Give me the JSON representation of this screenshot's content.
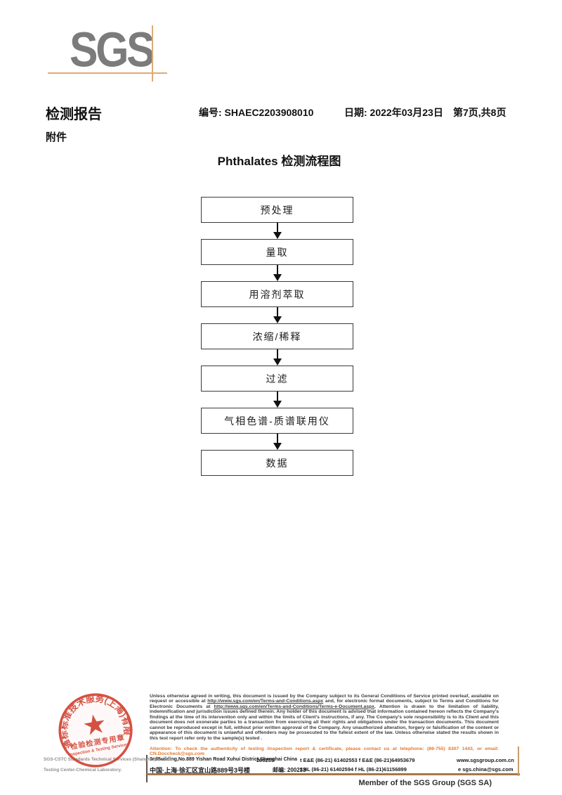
{
  "logo": {
    "text": "SGS"
  },
  "header": {
    "report_title": "检测报告",
    "report_no_label_value": "编号: SHAEC2203908010",
    "date_label_value": "日期: 2022年03月23日",
    "page_info": "第7页,共8页",
    "attachment_label": "附件"
  },
  "flowchart": {
    "title": "Phthalates 检测流程图",
    "steps": [
      "预处理",
      "量取",
      "用溶剂萃取",
      "浓缩/稀释",
      "过滤",
      "气相色谱-质谱联用仪",
      "数据"
    ]
  },
  "stamp": {
    "ring_text": "通标标准技术服务(上海)有限公司",
    "star": "★",
    "center_line1": "检验检测专用章",
    "center_line2": "Inspection & Testing Services"
  },
  "company_lines": {
    "line1": "SGS-CSTC Standards Technical Services (Shanghai) Co.,Ltd.",
    "line2": "Testing Center-Chemical Laboratory."
  },
  "footer": {
    "disclaimer_part1": "Unless otherwise agreed in writing, this document is issued by the Company subject to its General Conditions of Service printed overleaf, available on request or accessible at ",
    "disclaimer_url1": "http://www.sgs.com/en/Terms-and-Conditions.aspx",
    "disclaimer_part2": " and, for electronic format documents, subject to Terms and Conditions for Electronic Documents at ",
    "disclaimer_url2": "http://www.sgs.com/en/Terms-and-Conditions/Terms-e-Document.aspx",
    "disclaimer_part3": ". Attention is drawn to the limitation of liability, indemnification and jurisdiction issues defined therein. Any holder of this document is advised that information contained hereon reflects the Company's findings at the time of its intervention only and within the limits of Client's instructions, if any. The Company's sole responsibility is to its Client and this document does not exonerate parties to a transaction from exercising all their rights and obligations under the transaction documents. This document cannot be reproduced except in full, without prior written approval of the Company. Any unauthorized alteration, forgery or falsification of the content or appearance of this document is unlawful and offenders may be prosecuted to the fullest extent of the law. Unless otherwise stated the results shown in this test report refer only to the sample(s) tested .",
    "attention": "Attention: To check the authenticity of testing /inspection report & certificate, please contact us at telephone: (86-755) 8307 1443, or email: CN.Doccheck@sgs.com",
    "address_en": "3rdBuilding,No.889 Yishan Road Xuhui District,Shanghai China",
    "postcode_en": "200233",
    "tel_en": "t E&E (86-21) 61402553   f E&E (86-21)64953679",
    "website": "www.sgsgroup.com.cn",
    "address_cn": "中国·上海·徐汇区宜山路889号3号楼",
    "postcode_cn": "邮编: 200233",
    "tel_cn": "t HL (86-21) 61402594   f HL (86-21)61156899",
    "email": "e  sgs.china@sgs.com",
    "member": "Member of the SGS Group (SGS SA)"
  },
  "colors": {
    "logo_gray": "#7b7b7b",
    "crosshair_tan": "#dcab77",
    "footer_line_brown": "#a9764b",
    "attention_orange": "#e2782f",
    "stamp_red": "#cf3a28"
  }
}
